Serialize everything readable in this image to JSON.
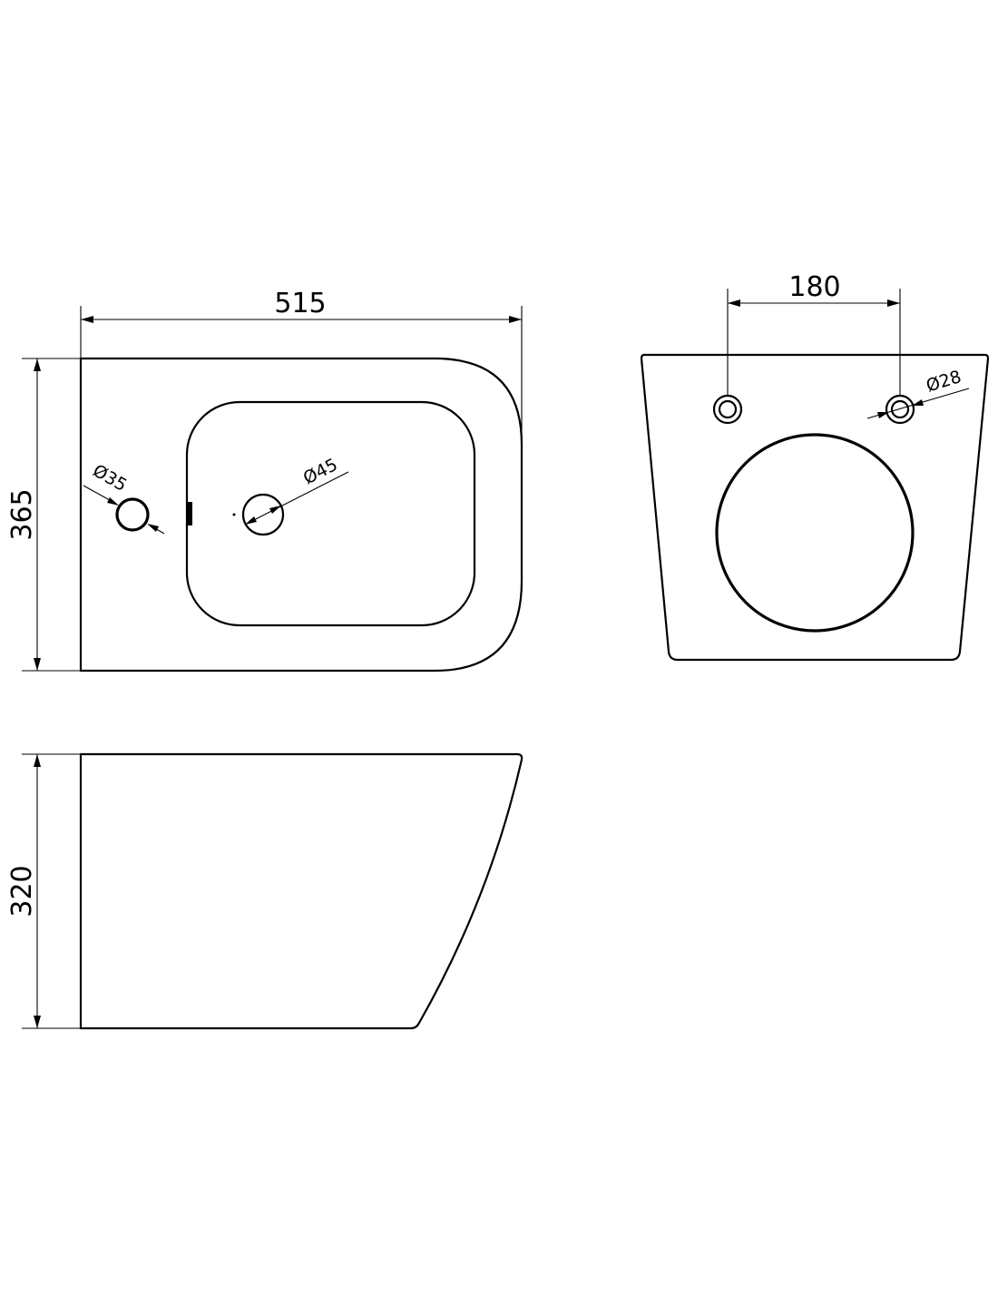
{
  "drawing": {
    "top_view": {
      "width_label": "515",
      "depth_label": "365",
      "drain_label": "Ø45",
      "tap_label": "Ø35"
    },
    "rear_view": {
      "bolt_spacing_label": "180",
      "bolt_hole_label": "Ø28"
    },
    "side_view": {
      "height_label": "320"
    }
  },
  "colors": {
    "line": "#000000",
    "background": "#ffffff"
  }
}
